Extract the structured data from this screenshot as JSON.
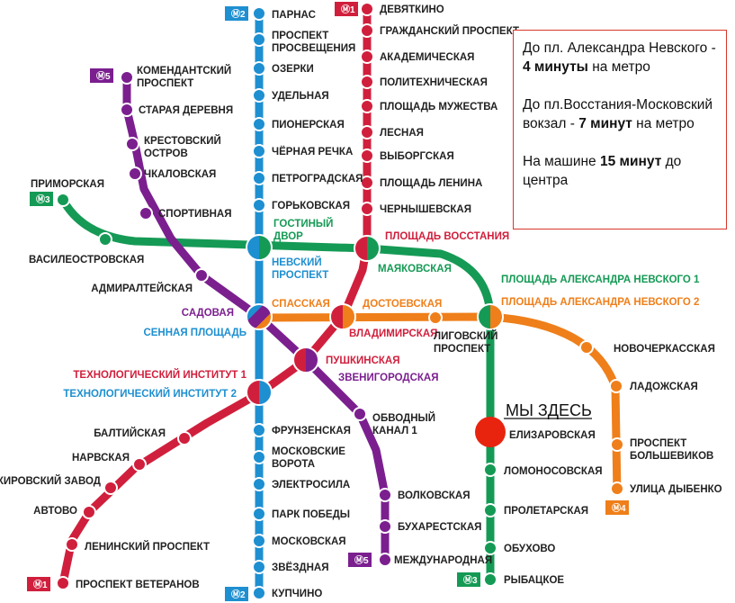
{
  "colors": {
    "red": "#d01f3c",
    "blue": "#1e8fd0",
    "green": "#159a55",
    "orange": "#ef7f1a",
    "purple": "#7b1f8f",
    "here": "#e8240f",
    "box_border": "#d9372b"
  },
  "badges": [
    {
      "line": "2",
      "text": "2",
      "color": "#1e8fd0",
      "pos": "top"
    },
    {
      "line": "1",
      "text": "1",
      "color": "#d01f3c",
      "pos": "top"
    },
    {
      "line": "5",
      "text": "5",
      "color": "#7b1f8f",
      "pos": "top"
    },
    {
      "line": "3",
      "text": "3",
      "color": "#159a55",
      "pos": "top"
    },
    {
      "line": "1",
      "text": "1",
      "color": "#d01f3c",
      "pos": "bottom"
    },
    {
      "line": "2",
      "text": "2",
      "color": "#1e8fd0",
      "pos": "bottom"
    },
    {
      "line": "5",
      "text": "5",
      "color": "#7b1f8f",
      "pos": "bottom"
    },
    {
      "line": "3",
      "text": "3",
      "color": "#159a55",
      "pos": "bottom"
    },
    {
      "line": "4",
      "text": "4",
      "color": "#ef7f1a",
      "pos": "bottom"
    }
  ],
  "stations": {
    "parnas": "ПАРНАС",
    "pr_prosv_1": "ПРОСПЕКТ",
    "pr_prosv_2": "ПРОСВЕЩЕНИЯ",
    "ozerki": "ОЗЕРКИ",
    "udelnaya": "УДЕЛЬНАЯ",
    "pionerskaya": "ПИОНЕРСКАЯ",
    "chernaya": "ЧЁРНАЯ РЕЧКА",
    "petrogr": "ПЕТРОГРАДСКАЯ",
    "gorkovskaya": "ГОРЬКОВСКАЯ",
    "nevsky_1": "НЕВСКИЙ",
    "nevsky_2": "ПРОСПЕКТ",
    "sennaya": "СЕННАЯ ПЛОЩАДЬ",
    "tech2": "ТЕХНОЛОГИЧЕСКИЙ ИНСТИТУТ 2",
    "frunz": "ФРУНЗЕНСКАЯ",
    "mosk_vor_1": "МОСКОВСКИЕ",
    "mosk_vor_2": "ВОРОТА",
    "elektrosila": "ЭЛЕКТРОСИЛА",
    "park_pob": "ПАРК ПОБЕДЫ",
    "moskovskaya": "МОСКОВСКАЯ",
    "zvezdnaya": "ЗВЁЗДНАЯ",
    "kupchino": "КУПЧИНО",
    "devyatkino": "ДЕВЯТКИНО",
    "grazhd": "ГРАЖДАНСКИЙ ПРОСПЕКТ",
    "akadem": "АКАДЕМИЧЕСКАЯ",
    "politekh": "ПОЛИТЕХНИЧЕСКАЯ",
    "pl_muzh": "ПЛОЩАДЬ МУЖЕСТВА",
    "lesnaya": "ЛЕСНАЯ",
    "vyborg": "ВЫБОРГСКАЯ",
    "pl_lenina": "ПЛОЩАДЬ ЛЕНИНА",
    "chernysh": "ЧЕРНЫШЕВСКАЯ",
    "pl_vosst": "ПЛОЩАДЬ ВОССТАНИЯ",
    "vladimir": "ВЛАДИМИРСКАЯ",
    "pushkin": "ПУШКИНСКАЯ",
    "tech1": "ТЕХНОЛОГИЧЕСКИЙ ИНСТИТУТ 1",
    "baltiyskaya": "БАЛТИЙСКАЯ",
    "narvskaya": "НАРВСКАЯ",
    "kirov": "КИРОВСКИЙ ЗАВОД",
    "avtovo": "АВТОВО",
    "leninsky": "ЛЕНИНСКИЙ ПРОСПЕКТ",
    "veteranov": "ПРОСПЕКТ ВЕТЕРАНОВ",
    "primorskaya": "ПРИМОРСКАЯ",
    "vasileostr": "ВАСИЛЕОСТРОВСКАЯ",
    "gostiny_1": "ГОСТИНЫЙ",
    "gostiny_2": "ДВОР",
    "mayakovskaya": "МАЯКОВСКАЯ",
    "pl_an1": "ПЛОЩАДЬ АЛЕКСАНДРА НЕВСКОГО 1",
    "pl_an2": "ПЛОЩАДЬ АЛЕКСАНДРА НЕВСКОГО 2",
    "elizar": "ЕЛИЗАРОВСКАЯ",
    "lomonos": "ЛОМОНОСОВСКАЯ",
    "proletar": "ПРОЛЕТАРСКАЯ",
    "obukhovo": "ОБУХОВО",
    "rybatskoe": "РЫБАЦКОЕ",
    "spasskaya": "СПАССКАЯ",
    "dostoev": "ДОСТОЕВСКАЯ",
    "ligov_1": "ЛИГОВСКИЙ",
    "ligov_2": "ПРОСПЕКТ",
    "novocherk": "НОВОЧЕРКАССКАЯ",
    "ladozh": "ЛАДОЖСКАЯ",
    "pr_bolsh_1": "ПРОСПЕКТ",
    "pr_bolsh_2": "БОЛЬШЕВИКОВ",
    "dybenko": "УЛИЦА ДЫБЕНКО",
    "komend_1": "КОМЕНДАНТСКИЙ",
    "komend_2": "ПРОСПЕКТ",
    "staraya": "СТАРАЯ ДЕРЕВНЯ",
    "krest_1": "КРЕСТОВСКИЙ",
    "krest_2": "ОСТРОВ",
    "chkalov": "ЧКАЛОВСКАЯ",
    "sportivnaya": "СПОРТИВНАЯ",
    "admiralt": "АДМИРАЛТЕЙСКАЯ",
    "sadovaya": "САДОВАЯ",
    "zvenigor": "ЗВЕНИГОРОДСКАЯ",
    "obvodny_1": "ОБВОДНЫЙ",
    "obvodny_2": "КАНАЛ 1",
    "volkovskaya": "ВОЛКОВСКАЯ",
    "bukharest": "БУХАРЕСТСКАЯ",
    "mezhdunar": "МЕЖДУНАРОДНАЯ"
  },
  "here_label": "МЫ ЗДЕСЬ",
  "info": {
    "l1_pre": "До пл. Александра Невского - ",
    "l1_bold": "4 минуты",
    "l1_post": " на метро",
    "l2_pre": "До пл.Восстания-Московский вокзал - ",
    "l2_bold": "7 минут",
    "l2_post": " на метро",
    "l3_pre": "На машине ",
    "l3_bold": "15 минут",
    "l3_post": " до центра"
  }
}
